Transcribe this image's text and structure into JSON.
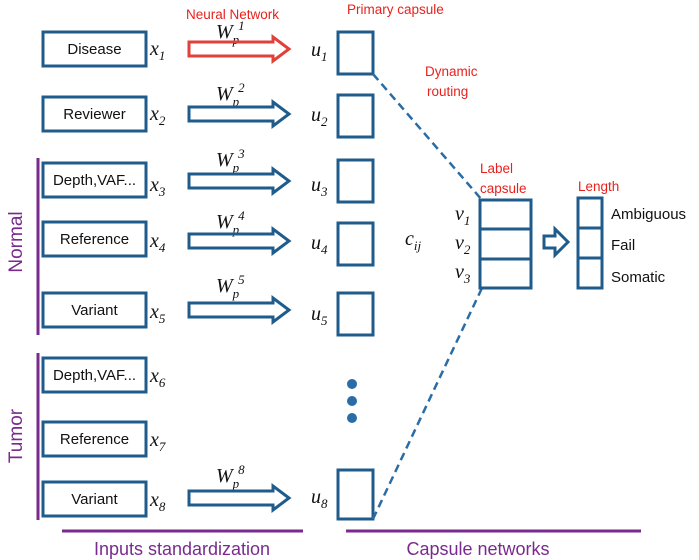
{
  "colors": {
    "box_stroke": "#1f5c8c",
    "red_accent": "#e8211d",
    "purple_accent": "#7a2a8e",
    "dot_fill": "#2a6da6"
  },
  "labels": {
    "neural_network": "Neural Network",
    "primary_capsule": "Primary capsule",
    "dynamic_routing_1": "Dynamic",
    "dynamic_routing_2": "routing",
    "label_capsule_1": "Label",
    "label_capsule_2": "capsule",
    "length": "Length",
    "normal_group": "Normal",
    "tumor_group": "Tumor",
    "inputs_standardization": "Inputs standardization",
    "capsule_networks": "Capsule networks"
  },
  "inputs": [
    {
      "box": "Disease",
      "x": "x",
      "sub": "1",
      "w": "W",
      "wsub": "p",
      "wsup": "1",
      "u": "u",
      "usub": "1"
    },
    {
      "box": "Reviewer",
      "x": "x",
      "sub": "2",
      "w": "W",
      "wsub": "p",
      "wsup": "2",
      "u": "u",
      "usub": "2"
    },
    {
      "box": "Depth,VAF...",
      "x": "x",
      "sub": "3",
      "w": "W",
      "wsub": "p",
      "wsup": "3",
      "u": "u",
      "usub": "3"
    },
    {
      "box": "Reference",
      "x": "x",
      "sub": "4",
      "w": "W",
      "wsub": "p",
      "wsup": "4",
      "u": "u",
      "usub": "4"
    },
    {
      "box": "Variant",
      "x": "x",
      "sub": "5",
      "w": "W",
      "wsub": "p",
      "wsup": "5",
      "u": "u",
      "usub": "5"
    },
    {
      "box": "Depth,VAF...",
      "x": "x",
      "sub": "6"
    },
    {
      "box": "Reference",
      "x": "x",
      "sub": "7"
    },
    {
      "box": "Variant",
      "x": "x",
      "sub": "8",
      "w": "W",
      "wsub": "p",
      "wsup": "8",
      "u": "u",
      "usub": "8"
    }
  ],
  "coupling": {
    "c": "c",
    "sub": "ij"
  },
  "label_capsule_vectors": [
    {
      "v": "v",
      "sub": "1"
    },
    {
      "v": "v",
      "sub": "2"
    },
    {
      "v": "v",
      "sub": "3"
    }
  ],
  "outputs": [
    "Ambiguous",
    "Fail",
    "Somatic"
  ]
}
